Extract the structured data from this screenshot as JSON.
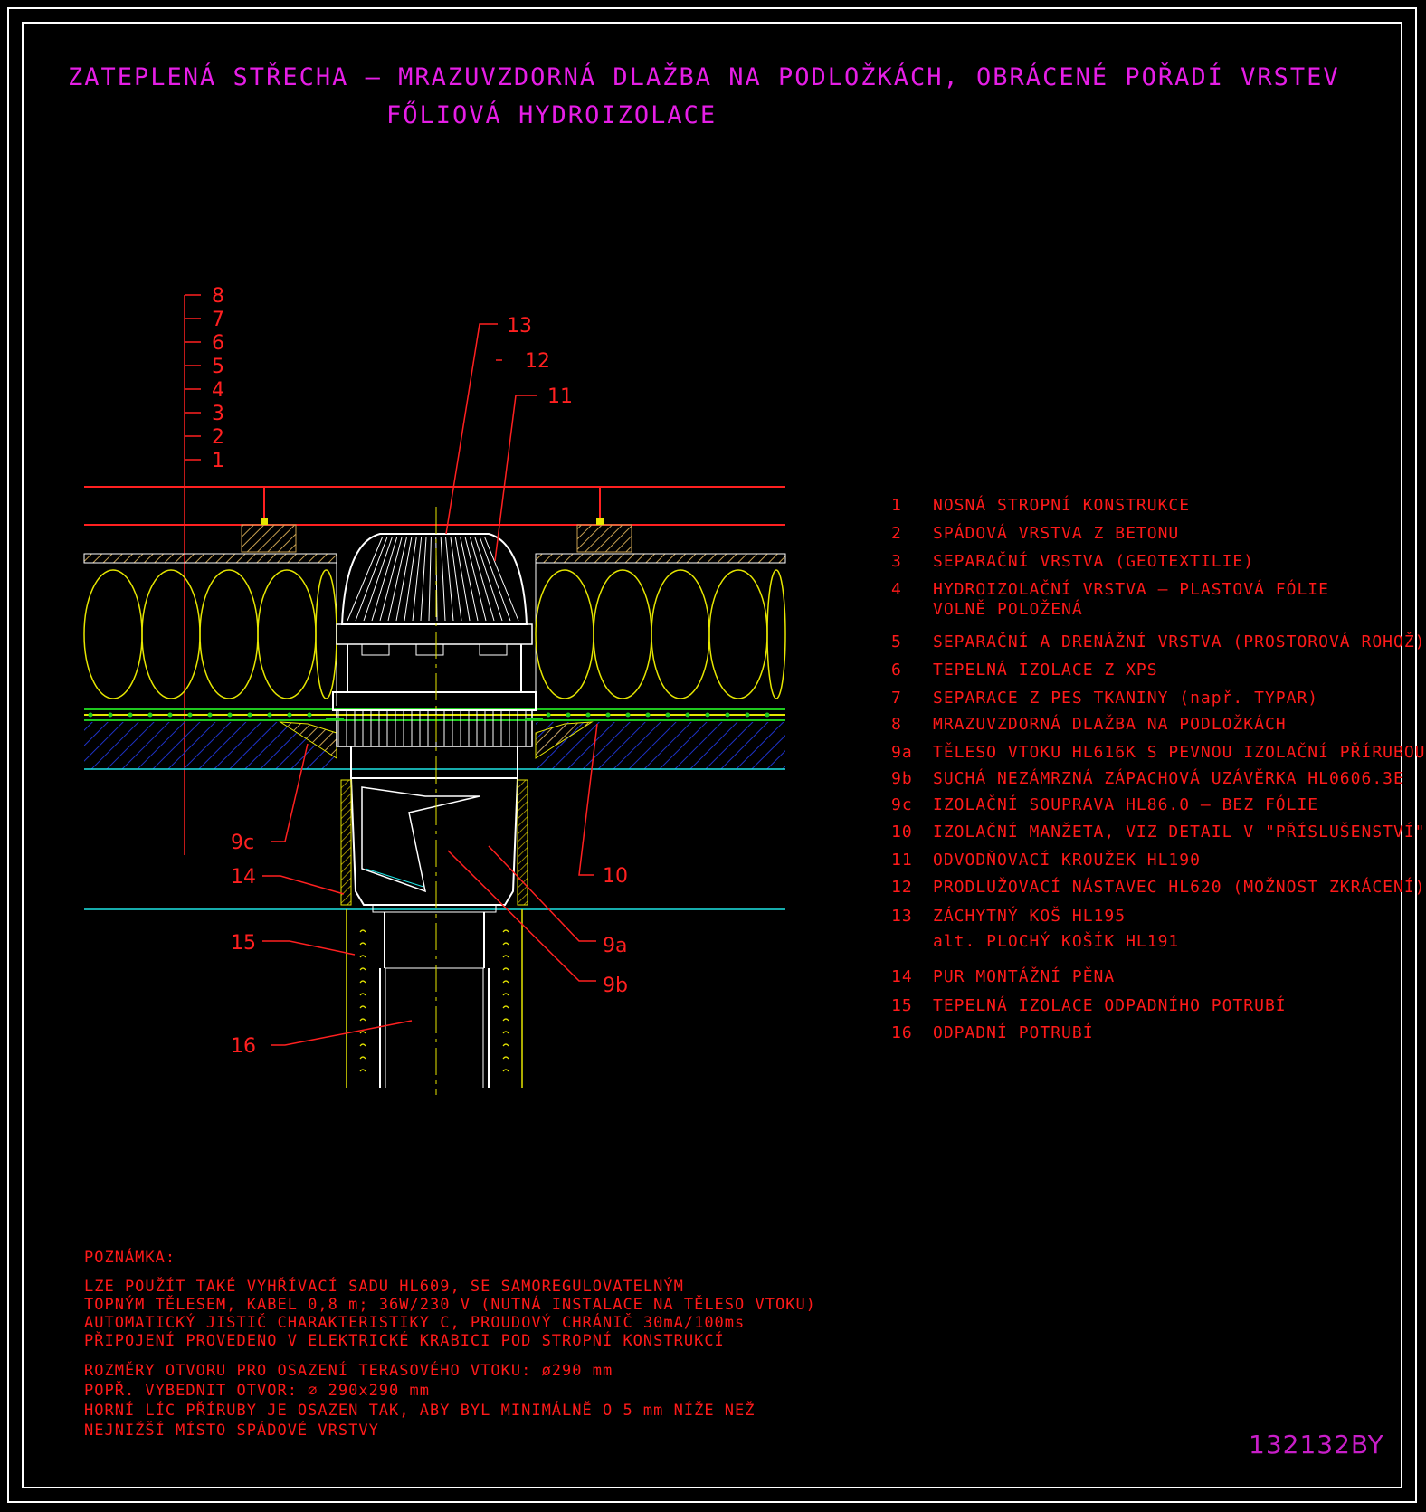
{
  "title": {
    "line1": "ZATEPLENÁ STŘECHA – MRAZUVZDORNÁ DLAŽBA NA PODLOŽKÁCH, OBRÁCENÉ POŘADÍ VRSTEV",
    "line2": "FŐLIOVÁ HYDROIZOLACE"
  },
  "layer_scale": [
    "8",
    "7",
    "6",
    "5",
    "4",
    "3",
    "2",
    "1"
  ],
  "callouts": {
    "c13": "13",
    "c12": "12",
    "c11": "11",
    "c9c": "9c",
    "c14": "14",
    "c15": "15",
    "c16": "16",
    "c10": "10",
    "c9a": "9a",
    "c9b": "9b"
  },
  "legend": [
    {
      "num": "1",
      "text": "NOSNÁ STROPNÍ KONSTRUKCE"
    },
    {
      "num": "2",
      "text": "SPÁDOVÁ VRSTVA Z BETONU"
    },
    {
      "num": "3",
      "text": "SEPARAČNÍ VRSTVA (GEOTEXTILIE)"
    },
    {
      "num": "4",
      "text": "HYDROIZOLAČNÍ VRSTVA – PLASTOVÁ FÓLIE",
      "text2": "VOLNĚ POLOŽENÁ"
    },
    {
      "num": "5",
      "text": "SEPARAČNÍ A DRENÁŽNÍ VRSTVA (PROSTOROVÁ ROHOŽ)"
    },
    {
      "num": "6",
      "text": "TEPELNÁ IZOLACE Z XPS"
    },
    {
      "num": "7",
      "text": "SEPARACE Z PES TKANINY (např. TYPAR)"
    },
    {
      "num": "8",
      "text": "MRAZUVZDORNÁ DLAŽBA NA PODLOŽKÁCH"
    },
    {
      "num": "9a",
      "text": "TĚLESO VTOKU HL616K S PEVNOU IZOLAČNÍ PŘÍRUBOU"
    },
    {
      "num": "9b",
      "text": "SUCHÁ NEZÁMRZNÁ ZÁPACHOVÁ UZÁVĚRKA HL0606.3E"
    },
    {
      "num": "9c",
      "text": "IZOLAČNÍ SOUPRAVA HL86.0 – BEZ FÓLIE"
    },
    {
      "num": "10",
      "text": "IZOLAČNÍ MANŽETA, VIZ DETAIL V \"PŘÍSLUŠENSTVÍ\""
    },
    {
      "num": "11",
      "text": "ODVODŇOVACÍ KROUŽEK HL190"
    },
    {
      "num": "12",
      "text": "PRODLUŽOVACÍ NÁSTAVEC HL620 (MOŽNOST ZKRÁCENÍ)"
    },
    {
      "num": "13",
      "text": "ZÁCHYTNÝ KOŠ HL195",
      "text2": "alt. PLOCHÝ KOŠÍK HL191"
    },
    {
      "num": "14",
      "text": "PUR MONTÁŽNÍ PĚNA"
    },
    {
      "num": "15",
      "text": "TEPELNÁ IZOLACE ODPADNÍHO POTRUBÍ"
    },
    {
      "num": "16",
      "text": "ODPADNÍ POTRUBÍ"
    }
  ],
  "note": {
    "heading": "POZNÁMKA:",
    "lines1": [
      "LZE POUŽÍT TAKÉ VYHŘÍVACÍ SADU HL609, SE SAMOREGULOVATELNÝM",
      "TOPNÝM TĚLESEM, KABEL 0,8 m; 36W/230 V (NUTNÁ INSTALACE NA TĚLESO VTOKU)",
      "AUTOMATICKÝ JISTIČ CHARAKTERISTIKY C, PROUDOVÝ CHRÁNIČ 30mA/100ms",
      "PŘIPOJENÍ PROVEDENO V ELEKTRICKÉ KRABICI POD STROPNÍ KONSTRUKCÍ"
    ],
    "lines2": [
      "ROZMĚRY OTVORU PRO OSAZENÍ TERASOVÉHO VTOKU: ø290 mm",
      "POPŘ. VYBEDNIT OTVOR: ⌀ 290x290 mm",
      "HORNÍ LÍC PŘÍRUBY JE OSAZEN TAK, ABY BYL MINIMÁLNĚ O 5 mm NÍŽE NEŽ",
      "NEJNIŽŠÍ MÍSTO SPÁDOVÉ VRSTVY"
    ]
  },
  "drawing_id": "132132BY",
  "colors": {
    "title": "#e61ee6",
    "text": "#ff1a1a",
    "red_line": "#ff2020",
    "yellow": "#e6e600",
    "cyan": "#1ee6e6",
    "blue": "#1e32c8",
    "green": "#1ec81e",
    "white": "#ffffff",
    "tan": "#c8a050"
  }
}
